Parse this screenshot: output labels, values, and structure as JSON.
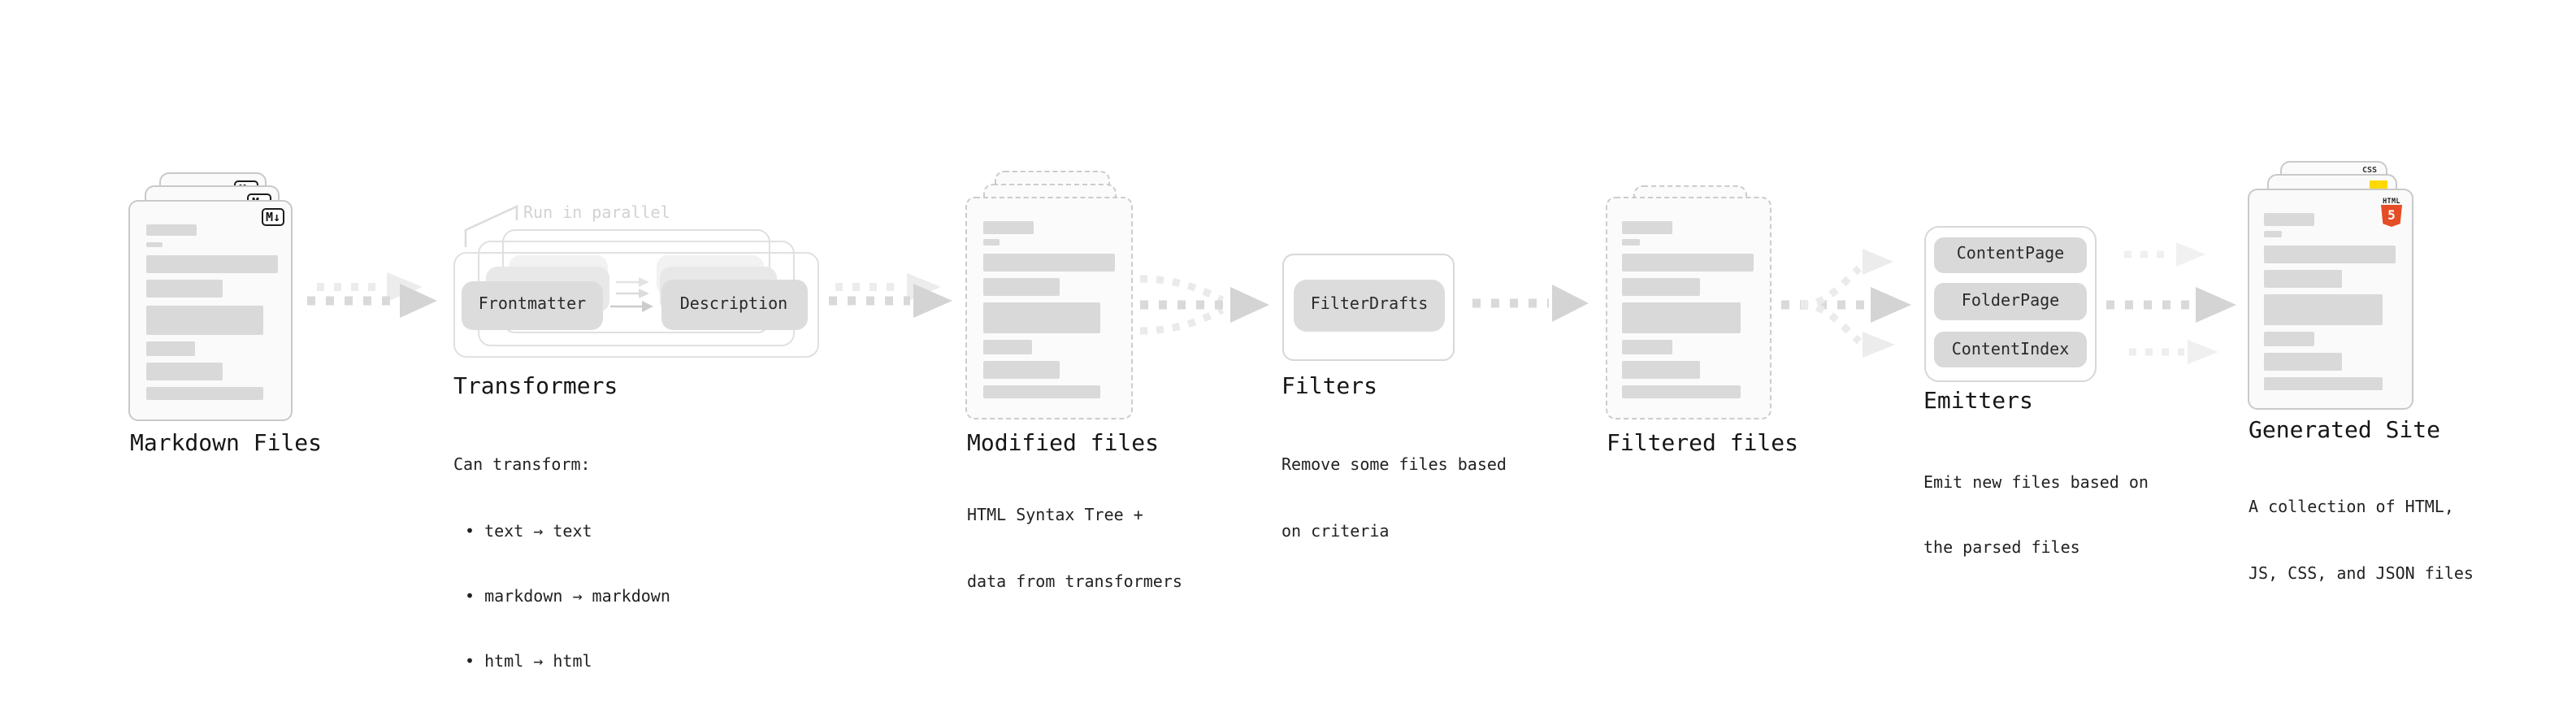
{
  "diagram": {
    "stages": {
      "markdown": {
        "title": "Markdown Files",
        "badge": "M↓"
      },
      "transformers": {
        "title": "Transformers",
        "annotation": "Run in parallel",
        "pill_from": "Frontmatter",
        "pill_to": "Description",
        "desc_heading": "Can transform:",
        "items": [
          "• text → text",
          "• markdown → markdown",
          "• html → html"
        ]
      },
      "modified": {
        "title": "Modified files",
        "desc": [
          "HTML Syntax Tree +",
          "data from transformers"
        ]
      },
      "filters": {
        "title": "Filters",
        "pill": "FilterDrafts",
        "desc": [
          "Remove some files based",
          "on criteria"
        ]
      },
      "filtered": {
        "title": "Filtered files"
      },
      "emitters": {
        "title": "Emitters",
        "pills": [
          "ContentPage",
          "FolderPage",
          "ContentIndex"
        ],
        "desc": [
          "Emit new files based on",
          "the parsed files"
        ]
      },
      "generated": {
        "title": "Generated Site",
        "css_badge": "CSS",
        "html_caption": "HTML",
        "html_number": "5",
        "desc": [
          "A collection of HTML,",
          "JS, CSS, and JSON files"
        ]
      }
    },
    "colors": {
      "html5_orange": "#e44d26",
      "css_blue": "#2962ff",
      "js_yellow": "#ffd900",
      "arrow_gray": "#d9d9d9",
      "doc_border": "#c9c9c9",
      "bar_fill": "#d9d9d9"
    }
  }
}
